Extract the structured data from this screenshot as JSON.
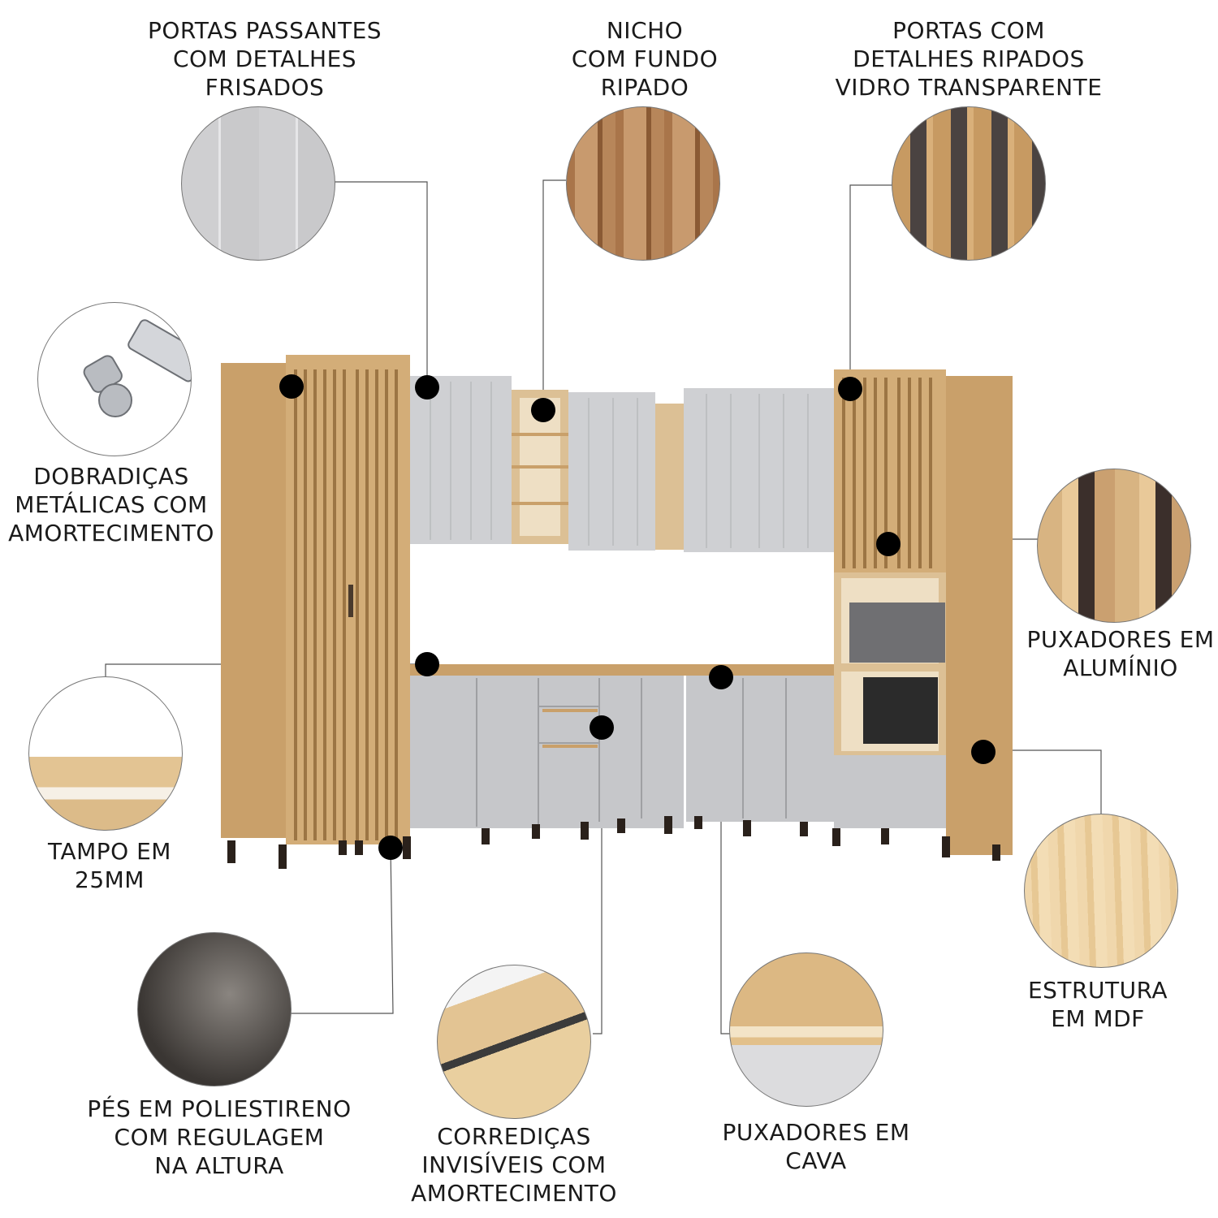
{
  "callouts": [
    {
      "lines": [
        "PORTAS PASSANTES",
        "COM DETALHES",
        "FRISADOS"
      ]
    },
    {
      "lines": [
        "NICHO",
        "COM FUNDO",
        "RIPADO"
      ]
    },
    {
      "lines": [
        "PORTAS COM",
        "DETALHES RIPADOS",
        "VIDRO TRANSPARENTE"
      ]
    },
    {
      "lines": [
        "DOBRADIÇAS",
        "METÁLICAS COM",
        "AMORTECIMENTO"
      ]
    },
    {
      "lines": [
        "PUXADORES EM",
        "ALUMÍNIO"
      ]
    },
    {
      "lines": [
        "TAMPO EM",
        "25MM"
      ]
    },
    {
      "lines": [
        "ESTRUTURA",
        "EM MDF"
      ]
    },
    {
      "lines": [
        "PÉS EM POLIESTIRENO",
        "COM REGULAGEM",
        "NA ALTURA"
      ]
    },
    {
      "lines": [
        "CORREDIÇAS",
        "INVISÍVEIS COM",
        "AMORTECIMENTO"
      ]
    },
    {
      "lines": [
        "PUXADORES EM",
        "CAVA"
      ]
    }
  ],
  "colors": {
    "wood": "#cfa873",
    "gray": "#c8c9cc",
    "dot": "#000000",
    "line": "#555555"
  }
}
